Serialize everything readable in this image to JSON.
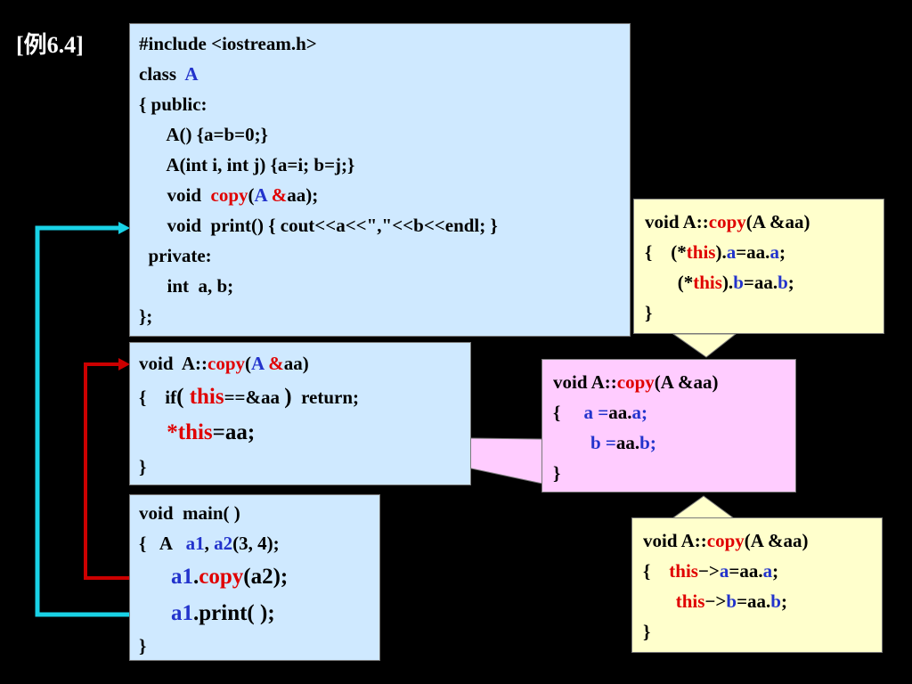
{
  "title": "[例6.4]",
  "colors": {
    "background": "#000000",
    "blue_box": "#cfe9ff",
    "yellow_box": "#ffffcc",
    "pink_box": "#ffccff",
    "red_text": "#e00000",
    "blue_text": "#2233cc",
    "cyan_arrow": "#19d2e6",
    "red_arrow": "#cc0000"
  },
  "class_box": {
    "l1": "#include <iostream.h>",
    "l2_a": "class  ",
    "l2_b": "A",
    "l3": "{ public:",
    "l4": "      A() {a=b=0;}",
    "l5": "      A(int i, int j) {a=i; b=j;}",
    "l6_a": "      void  ",
    "l6_b": "copy",
    "l6_c": "(",
    "l6_d": "A ",
    "l6_e": "&",
    "l6_f": "aa);",
    "l7": "      void  print() { cout<<a<<\",\"<<b<<endl; }",
    "l8": "  private:",
    "l9": "      int  a, b;",
    "l10": "};"
  },
  "copy_box": {
    "l1_a": "void  A::",
    "l1_b": "copy",
    "l1_c": "(",
    "l1_d": "A ",
    "l1_e": "&",
    "l1_f": "aa)",
    "l2_a": "{    if",
    "l2_b": "( ",
    "l2_c": "this",
    "l2_d": "==&aa ",
    "l2_e": ")",
    "l2_f": "  return;",
    "l3_a": "     *this",
    "l3_b": "=aa;",
    "l4": "}"
  },
  "main_box": {
    "l1": "void  main( )",
    "l2_a": "{   A   ",
    "l2_b": "a1",
    "l2_c": ", ",
    "l2_d": "a2",
    "l2_e": "(3, 4);",
    "l3_a": "a1",
    "l3_b": ".",
    "l3_c": "copy",
    "l3_d": "(a2)",
    "l4_a": "a1",
    "l4_b": ".print( )",
    "l5": "}"
  },
  "callout_this_paren": {
    "l1_a": "void A::",
    "l1_b": "copy",
    "l1_c": "(A &aa)",
    "l2_a": "{    (*",
    "l2_b": "this",
    "l2_c": ").",
    "l2_d": "a",
    "l2_e": "=aa.",
    "l2_f": "a",
    "l2_g": ";",
    "l3_a": "       (*",
    "l3_b": "this",
    "l3_c": ").",
    "l3_d": "b",
    "l3_e": "=aa.",
    "l3_f": "b",
    "l3_g": ";",
    "l4": "}"
  },
  "callout_plain": {
    "l1_a": "void A::",
    "l1_b": "copy",
    "l1_c": "(A &aa)",
    "l2_a": "{     ",
    "l2_b": "a =",
    "l2_c": "aa.",
    "l2_d": "a;",
    "l3_a": "        ",
    "l3_b": "b =",
    "l3_c": "aa.",
    "l3_d": "b;",
    "l4": "}"
  },
  "callout_arrow": {
    "l1_a": "void A::",
    "l1_b": "copy",
    "l1_c": "(A &aa)",
    "l2_a": "{    ",
    "l2_b": "this",
    "l2_c": "−>",
    "l2_d": "a",
    "l2_e": "=aa.",
    "l2_f": "a",
    "l2_g": ";",
    "l3_a": "       ",
    "l3_b": "this",
    "l3_c": "−>",
    "l3_d": "b",
    "l3_e": "=aa.",
    "l3_f": "b",
    "l3_g": ";",
    "l4": "}"
  }
}
